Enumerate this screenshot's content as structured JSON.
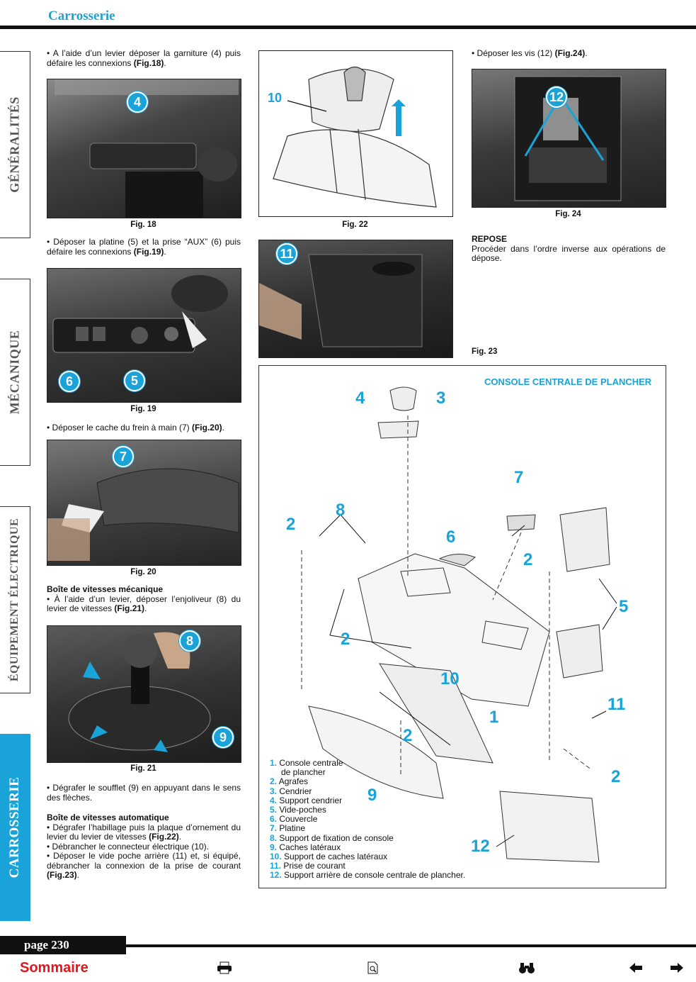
{
  "header": {
    "title": "Carrosserie"
  },
  "side_tabs": [
    {
      "label": "GÉNÉRALITÉS"
    },
    {
      "label": "MÉCANIQUE"
    },
    {
      "label": "ÉQUIPEMENT ÉLECTRIQUE"
    },
    {
      "label": "CARROSSERIE"
    }
  ],
  "col1": {
    "p1_text": "• A l’aide d’un levier déposer la garniture (4) puis défaire les connexions ",
    "p1_ref": "(Fig.18)",
    "fig18": "Fig. 18",
    "fig18_label": "4",
    "p2_text": "• Déposer la platine (5) et la prise “AUX” (6) puis défaire les connexions ",
    "p2_ref": "(Fig.19)",
    "fig19": "Fig. 19",
    "fig19_labels": [
      "6",
      "5"
    ],
    "p3_text": "• Déposer le cache du frein à main (7) ",
    "p3_ref": "(Fig.20)",
    "fig20": "Fig. 20",
    "fig20_label": "7",
    "h_meca": "Boîte de vitesses mécanique",
    "p4_text": "• À l’aide d’un levier, déposer l’enjoliveur (8) du levier de vitesses ",
    "p4_ref": "(Fig.21)",
    "fig21": "Fig. 21",
    "fig21_labels": [
      "8",
      "9"
    ],
    "p5_text": "• Dégrafer le soufflet (9) en appuyant dans le sens des flèches.",
    "h_auto": "Boîte de vitesses automatique",
    "p6_text": "• Dégrafer l’habillage puis la plaque d’ornement du levier du levier de vitesses ",
    "p6_ref": "(Fig.22)",
    "p7_text": "• Débrancher le connecteur électrique (10).",
    "p8_text": "• Déposer le vide poche arrière (11) et, si équipé, débrancher la connexion de la prise de courant ",
    "p8_ref": "(Fig.23)"
  },
  "col2": {
    "fig22": "Fig. 22",
    "fig22_label": "10",
    "fig23_label": "11"
  },
  "col3": {
    "p1_text": "• Déposer les vis (12) ",
    "p1_ref": "(Fig.24)",
    "fig24": "Fig. 24",
    "fig24_label": "12",
    "repose_title": "REPOSE",
    "repose_text": "Procéder dans l’ordre inverse aux opérations de dépose.",
    "fig23": "Fig. 23"
  },
  "diagram": {
    "title": "CONSOLE CENTRALE DE PLANCHER",
    "callouts": [
      "4",
      "3",
      "7",
      "8",
      "2",
      "6",
      "2",
      "5",
      "2",
      "10",
      "11",
      "1",
      "2",
      "9",
      "2",
      "12"
    ],
    "legend": [
      {
        "n": "1.",
        "t": "Console centrale"
      },
      {
        "n": "",
        "t": "de plancher"
      },
      {
        "n": "2.",
        "t": "Agrafes"
      },
      {
        "n": "3.",
        "t": "Cendrier"
      },
      {
        "n": "4.",
        "t": "Support cendrier"
      },
      {
        "n": "5.",
        "t": "Vide-poches"
      },
      {
        "n": "6.",
        "t": "Couvercle"
      },
      {
        "n": "7.",
        "t": "Platine"
      },
      {
        "n": "8.",
        "t": "Support de fixation de console"
      },
      {
        "n": "9.",
        "t": "Caches latéraux"
      },
      {
        "n": "10.",
        "t": "Support de caches latéraux"
      },
      {
        "n": "11.",
        "t": "Prise de courant"
      },
      {
        "n": "12.",
        "t": "Support arrière de console centrale de plancher."
      }
    ]
  },
  "footer": {
    "page": "page 230",
    "sommaire": "Sommaire"
  },
  "icons": [
    "print-icon",
    "document-search-icon",
    "binoculars-icon",
    "arrow-left-icon",
    "arrow-right-icon"
  ]
}
